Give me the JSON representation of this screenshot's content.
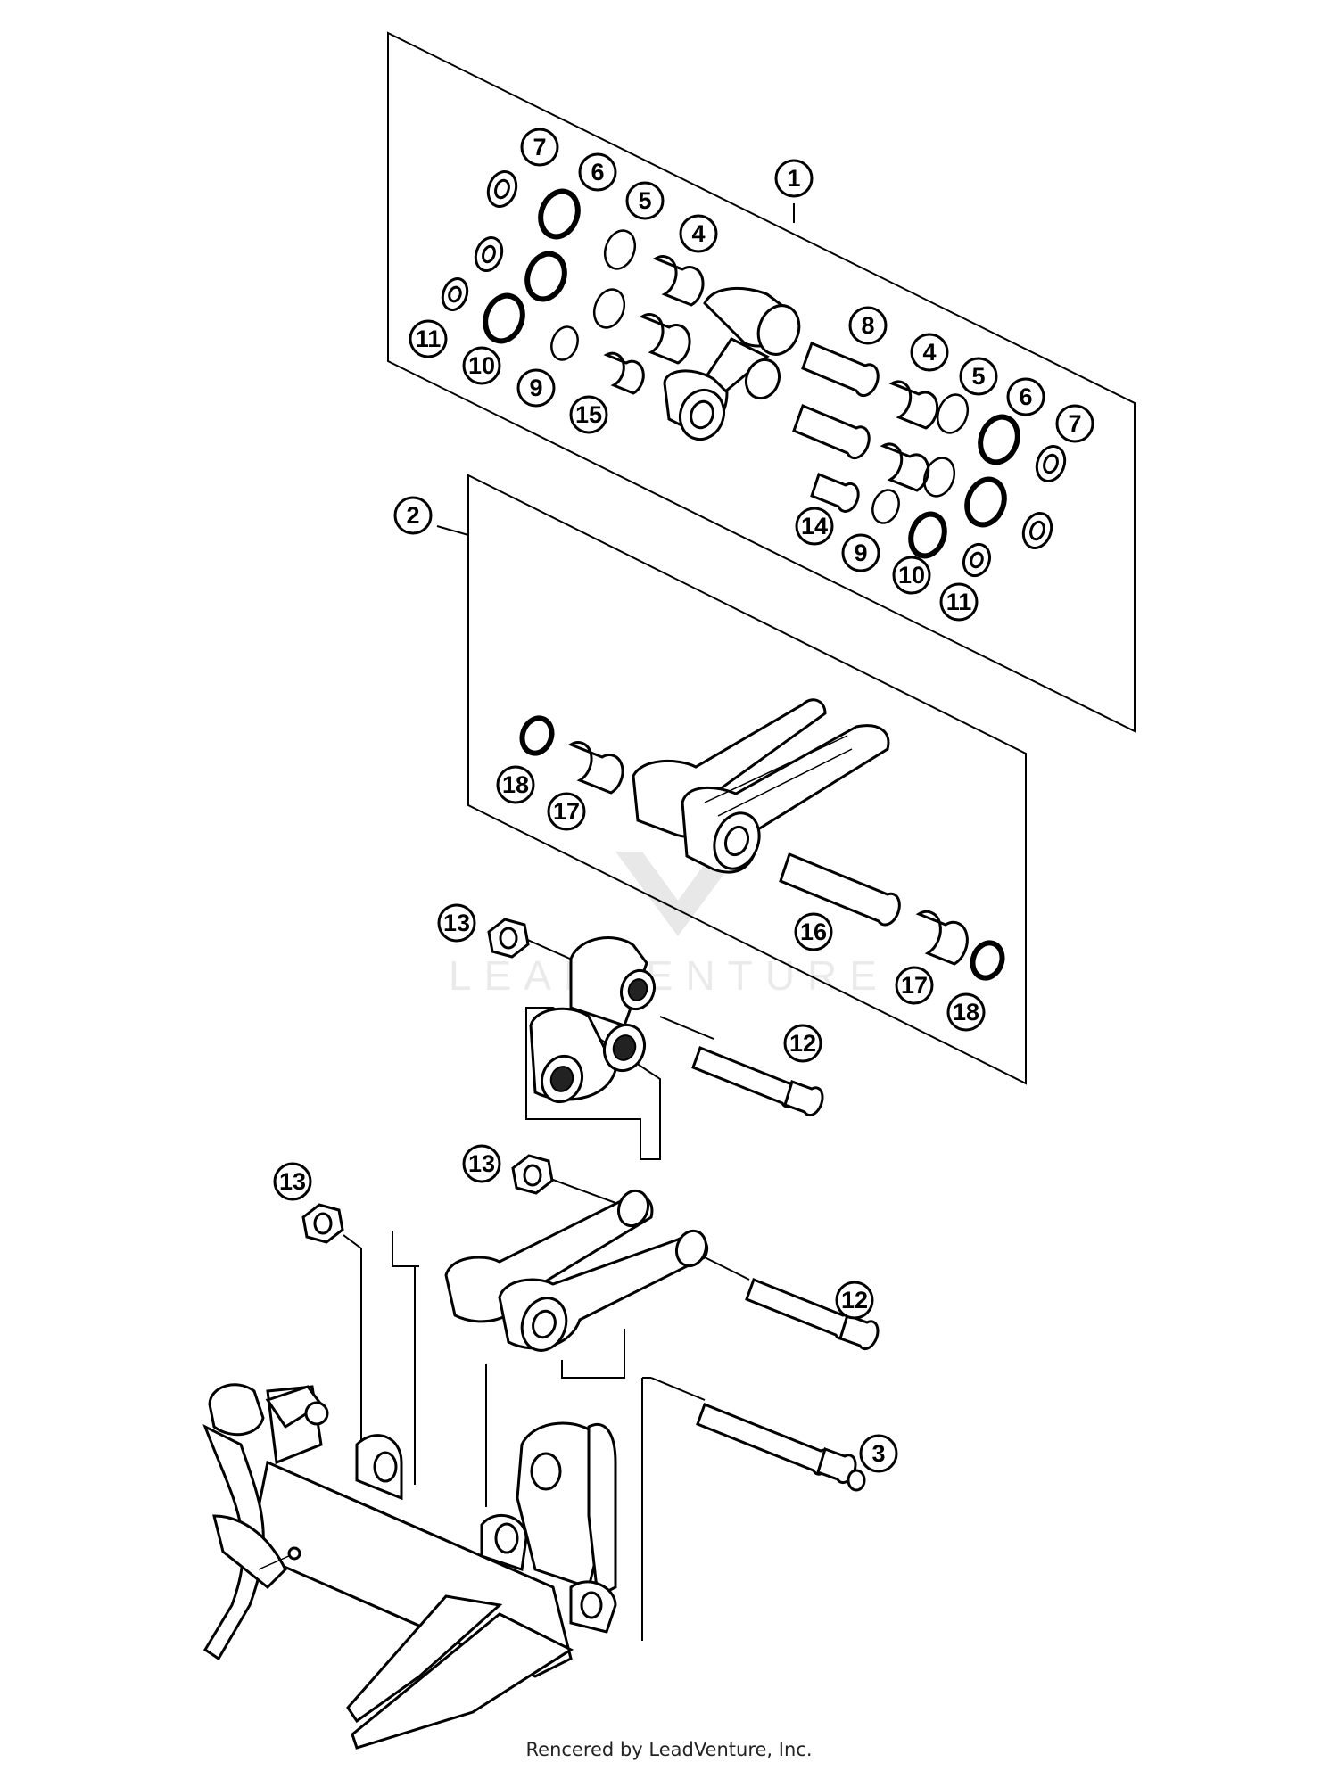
{
  "callouts": {
    "c1": "1",
    "c2": "2",
    "c3": "3",
    "c4a": "4",
    "c4b": "4",
    "c5a": "5",
    "c5b": "5",
    "c6a": "6",
    "c6b": "6",
    "c7a": "7",
    "c7b": "7",
    "c8": "8",
    "c9a": "9",
    "c9b": "9",
    "c10a": "10",
    "c10b": "10",
    "c11a": "11",
    "c11b": "11",
    "c12a": "12",
    "c12b": "12",
    "c13a": "13",
    "c13b": "13",
    "c13c": "13",
    "c14": "14",
    "c15": "15",
    "c16": "16",
    "c17a": "17",
    "c17b": "17",
    "c18a": "18",
    "c18b": "18"
  },
  "watermark": {
    "text": "LEADVENTURE"
  },
  "footer": {
    "credit": "Rencered by LeadVenture, Inc."
  }
}
